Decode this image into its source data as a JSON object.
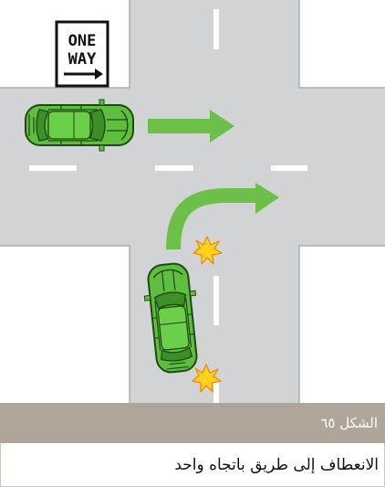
{
  "sign": {
    "line1": "ONE",
    "line2": "WAY",
    "icon": "arrow-right-icon"
  },
  "caption": {
    "label": "الشكل ٦٥"
  },
  "title": "الانعطاف إلى طريق باتجاه واحد",
  "colors": {
    "road": "#d2d3d5",
    "grass": "#ffffff",
    "lane_marking": "#ffffff",
    "car_body": "#5fbe3f",
    "car_outline": "#1e4a12",
    "arrow": "#6cc04a",
    "collision_burst": "#ffd21f",
    "caption_bar": "#b0a599"
  },
  "icons": [
    "car-top-view-icon",
    "collision-burst-icon",
    "arrow-right-icon",
    "curved-arrow-icon"
  ]
}
